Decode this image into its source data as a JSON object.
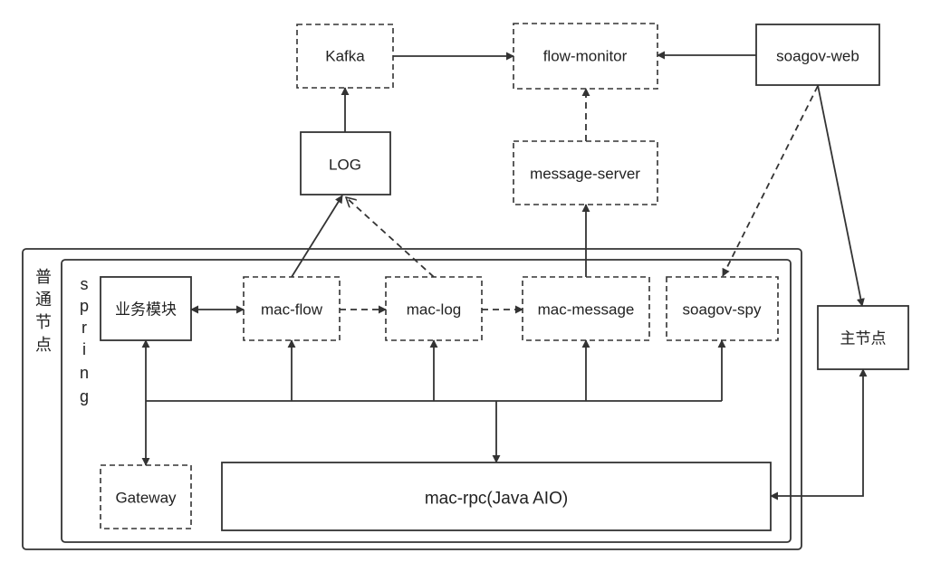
{
  "containers": {
    "outer_label": [
      "普",
      "通",
      "节",
      "点"
    ],
    "inner_label": [
      "s",
      "p",
      "r",
      "i",
      "n",
      "g"
    ]
  },
  "nodes": {
    "kafka": "Kafka",
    "flow_monitor": "flow-monitor",
    "soagov_web": "soagov-web",
    "log": "LOG",
    "message_server": "message-server",
    "business_module": "业务模块",
    "mac_flow": "mac-flow",
    "mac_log": "mac-log",
    "mac_message": "mac-message",
    "soagov_spy": "soagov-spy",
    "master_node": "主节点",
    "gateway": "Gateway",
    "mac_rpc": "mac-rpc(Java AIO)"
  },
  "colors": {
    "stroke": "#333333",
    "background": "#ffffff"
  }
}
